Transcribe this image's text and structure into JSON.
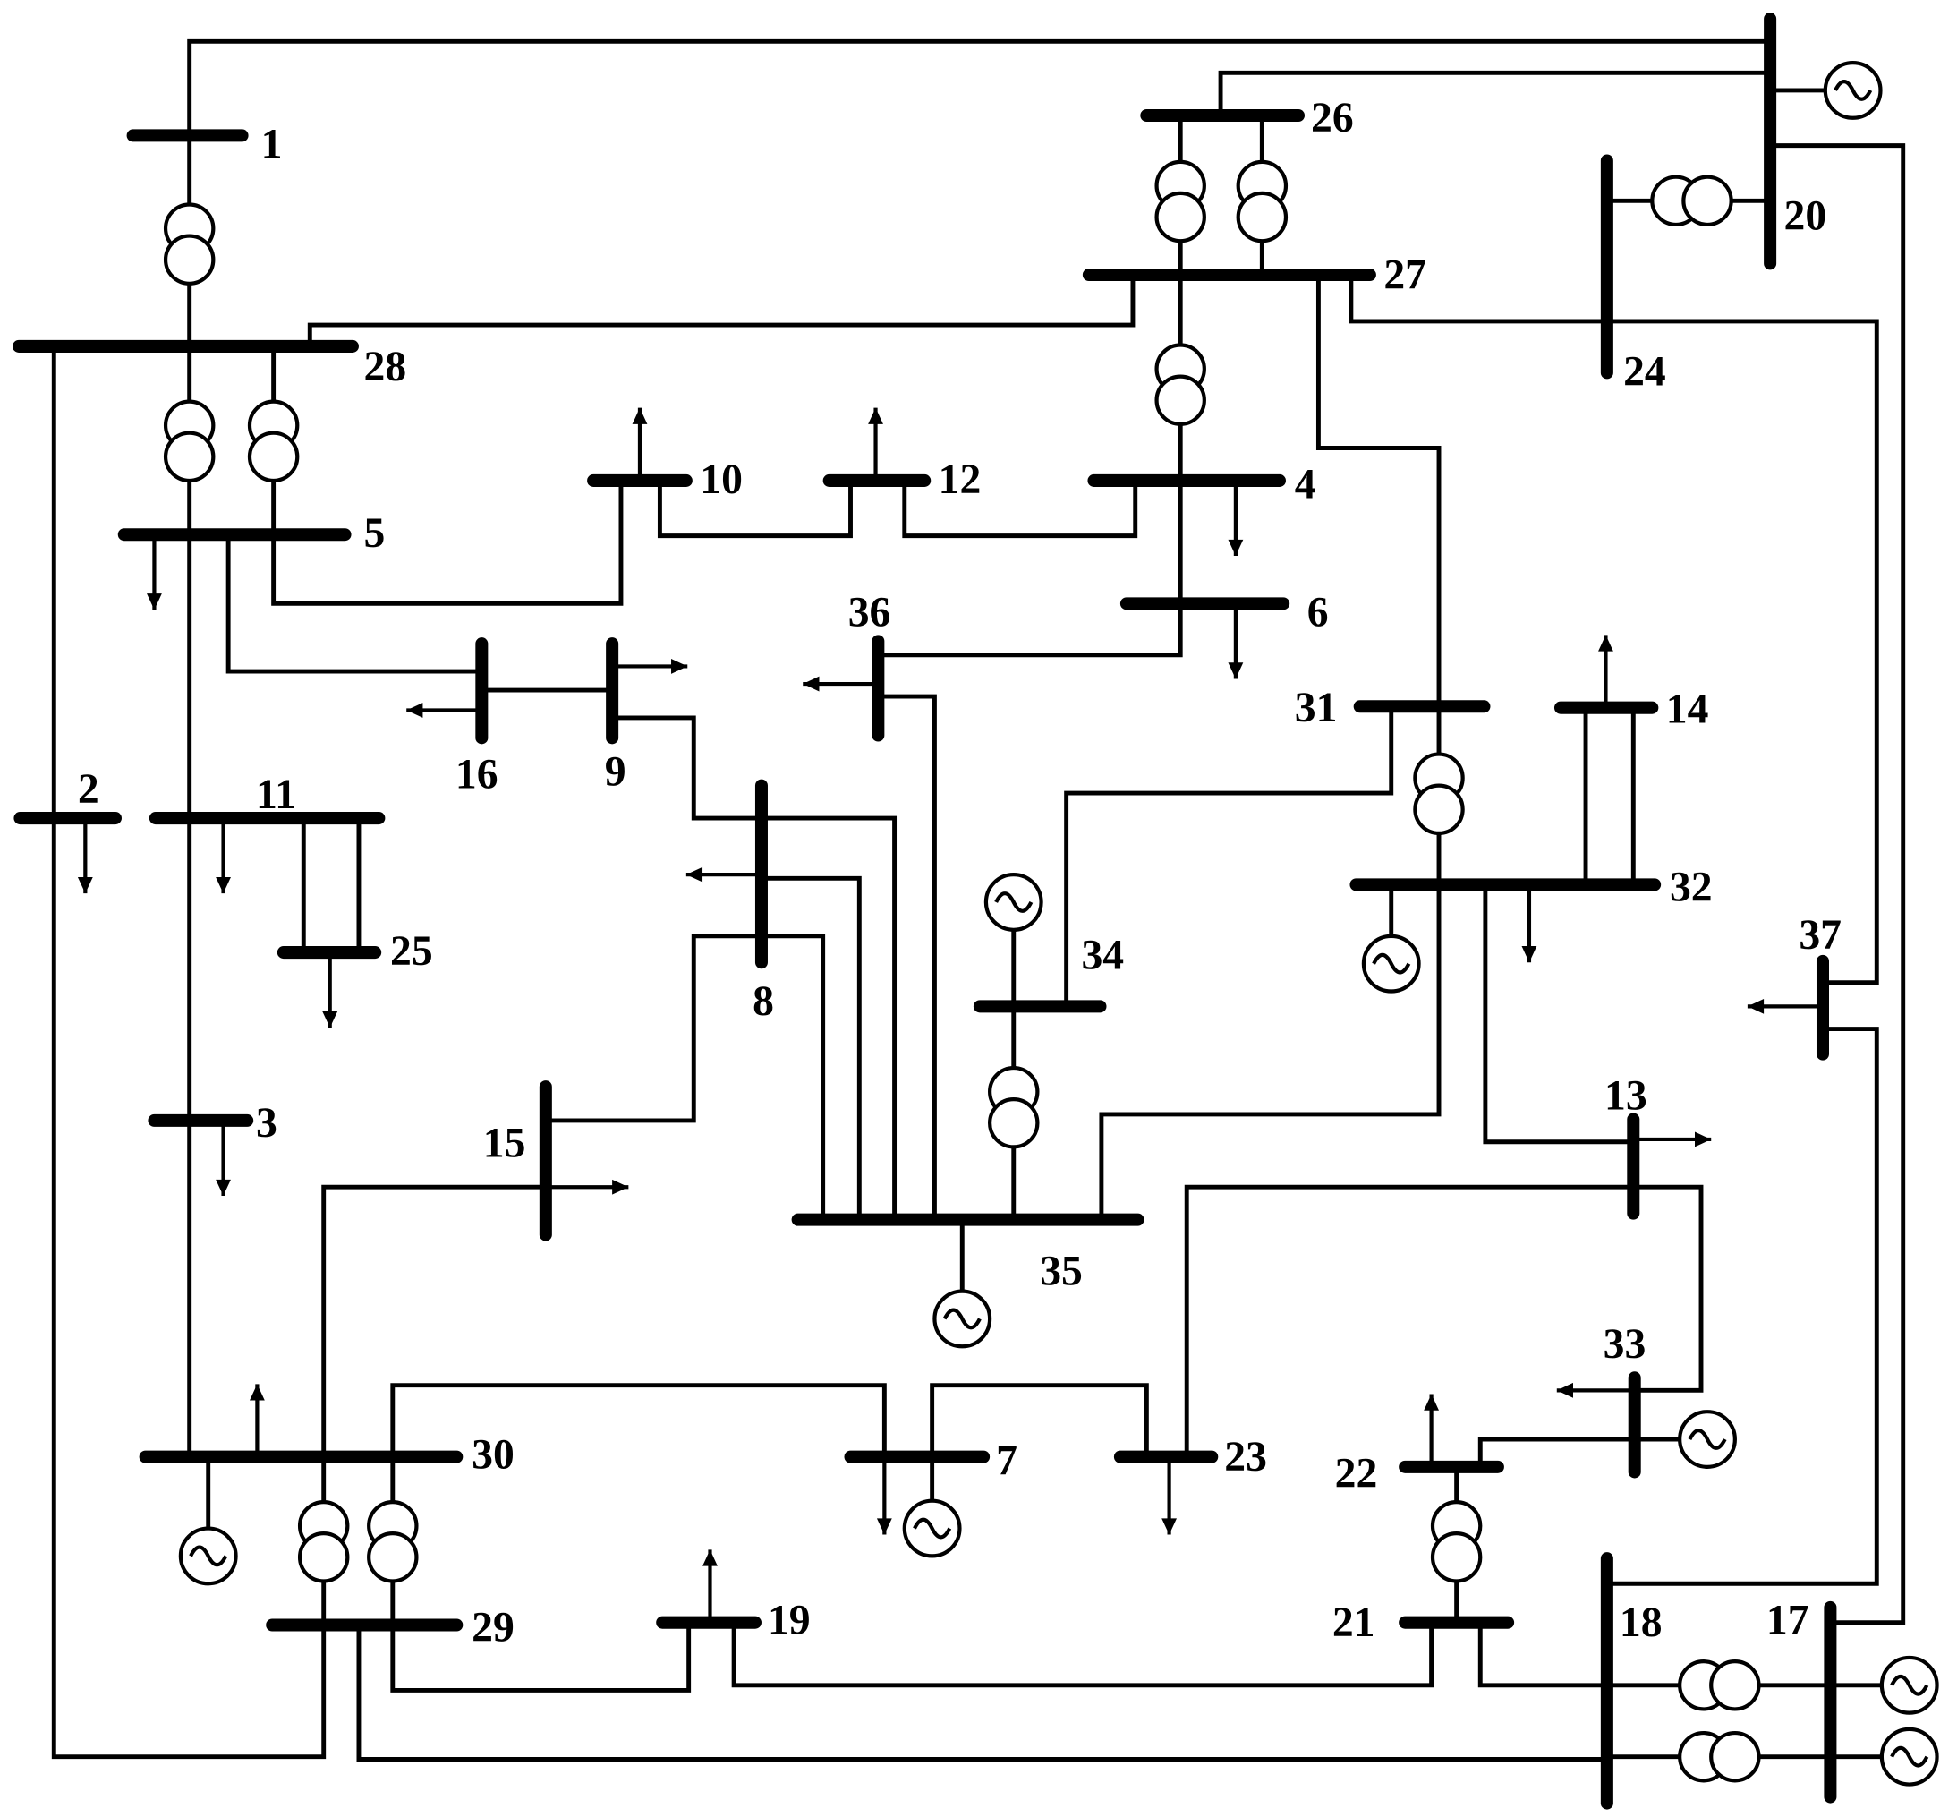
{
  "diagram": {
    "bus_labels": {
      "b1": "1",
      "b2": "2",
      "b3": "3",
      "b4": "4",
      "b5": "5",
      "b6": "6",
      "b7": "7",
      "b8": "8",
      "b9": "9",
      "b10": "10",
      "b11": "11",
      "b12": "12",
      "b13": "13",
      "b14": "14",
      "b15": "15",
      "b16": "16",
      "b17": "17",
      "b18": "18",
      "b19": "19",
      "b20": "20",
      "b21": "21",
      "b22": "22",
      "b23": "23",
      "b24": "24",
      "b25": "25",
      "b26": "26",
      "b27": "27",
      "b28": "28",
      "b29": "29",
      "b30": "30",
      "b31": "31",
      "b32": "32",
      "b33": "33",
      "b34": "34",
      "b35": "35",
      "b36": "36",
      "b37": "37"
    },
    "symbols": {
      "transformer": "two-winding-transformer-icon",
      "generator": "generator-icon",
      "load": "load-arrow-icon"
    }
  }
}
